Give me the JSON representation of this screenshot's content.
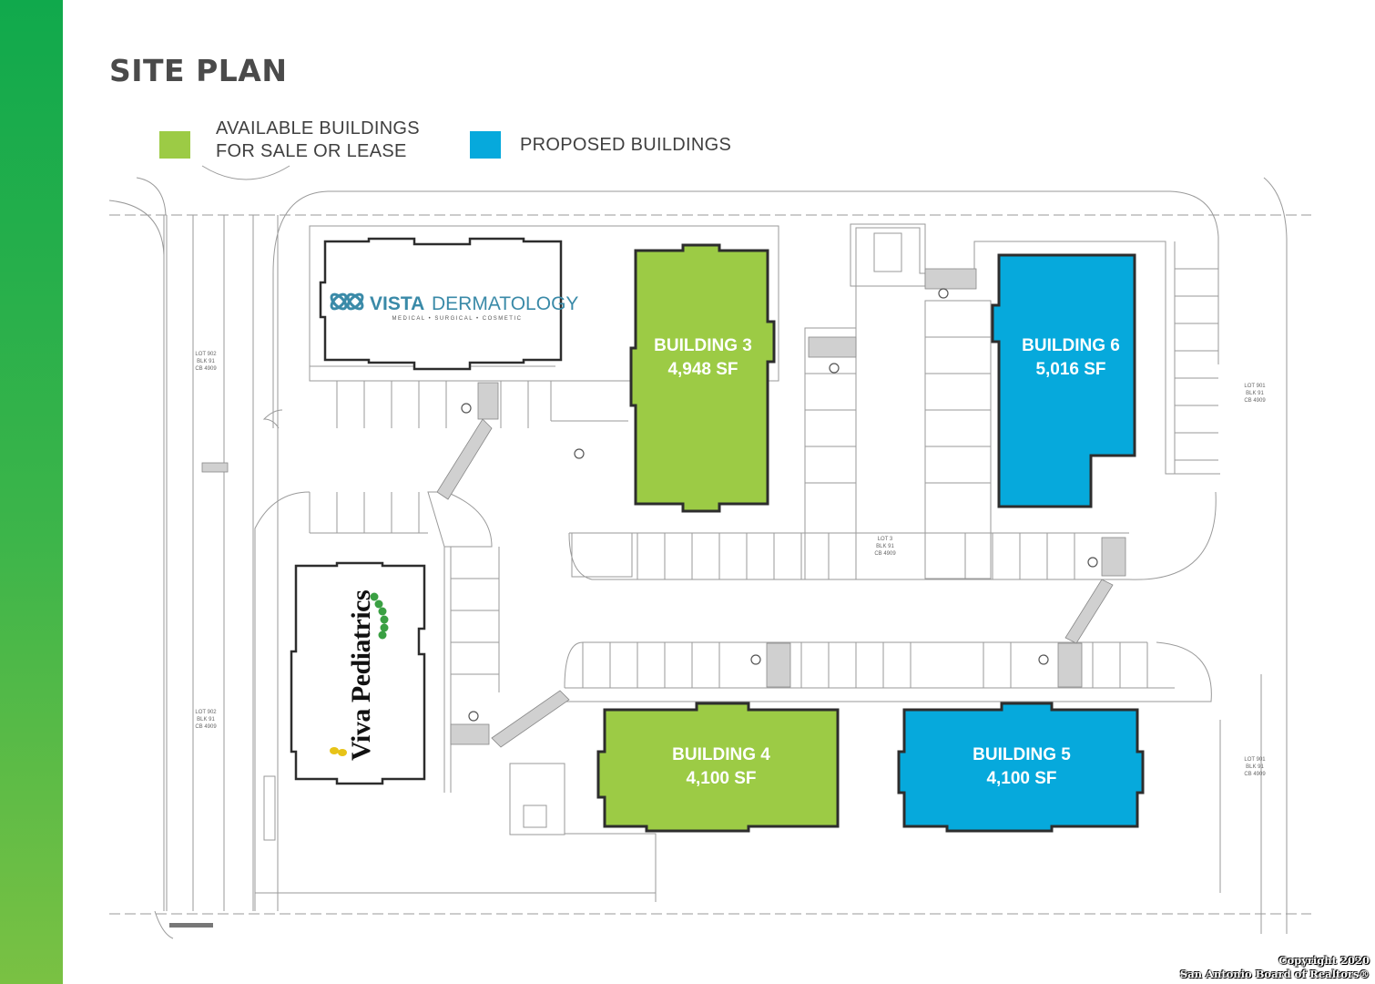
{
  "page": {
    "title": "SITE PLAN",
    "copyright_lines": [
      "Copyright 2020",
      "San Antonio Board of Realtors®"
    ]
  },
  "colors": {
    "available": "#9ccb45",
    "proposed": "#06a9dc",
    "outline": "#2d2d2d",
    "vista_teal": "#3a8aa8"
  },
  "legend": {
    "available": {
      "line1": "AVAILABLE BUILDINGS",
      "line2": "FOR SALE OR LEASE"
    },
    "proposed": {
      "label": "PROPOSED BUILDINGS"
    }
  },
  "buildings": {
    "b3": {
      "name": "BUILDING 3",
      "size": "4,948 SF",
      "status": "available"
    },
    "b6": {
      "name": "BUILDING 6",
      "size": "5,016 SF",
      "status": "proposed"
    },
    "b4": {
      "name": "BUILDING 4",
      "size": "4,100 SF",
      "status": "available"
    },
    "b5": {
      "name": "BUILDING 5",
      "size": "4,100 SF",
      "status": "proposed"
    }
  },
  "tenants": {
    "vista": {
      "brand": "VISTA",
      "word": "DERMATOLOGY",
      "tagline": "MEDICAL • SURGICAL • COSMETIC"
    },
    "viva": {
      "name": "Viva Pediatrics"
    }
  },
  "lot_labels": {
    "lot902_top": [
      "LOT 902",
      "BLK 91",
      "CB 4909"
    ],
    "lot902_bottom": [
      "LOT 902",
      "BLK 91",
      "CB 4909"
    ],
    "lot901_top": [
      "LOT 901",
      "BLK 91",
      "CB 4909"
    ],
    "lot901_bottom": [
      "LOT 901",
      "BLK 91",
      "CB 4909"
    ],
    "lot3_center": [
      "LOT 3",
      "BLK 91",
      "CB 4909"
    ]
  }
}
